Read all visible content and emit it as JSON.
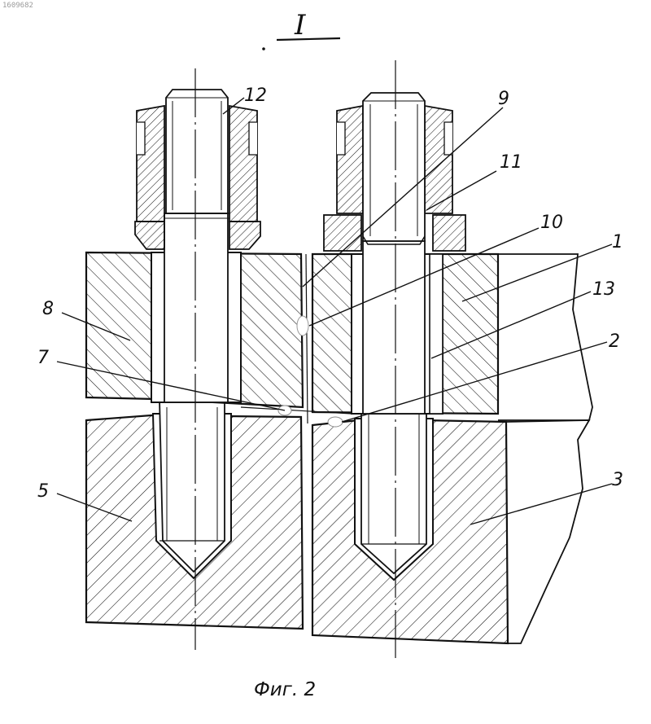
{
  "corner_mark": "1609682",
  "section_title": "I",
  "caption": "Фиг. 2",
  "callouts": {
    "c1": "1",
    "c2": "2",
    "c3": "3",
    "c5": "5",
    "c7": "7",
    "c8": "8",
    "c9": "9",
    "c10": "10",
    "c11": "11",
    "c12": "12",
    "c13": "13"
  },
  "colors": {
    "ink": "#111111",
    "paper": "#ffffff"
  }
}
